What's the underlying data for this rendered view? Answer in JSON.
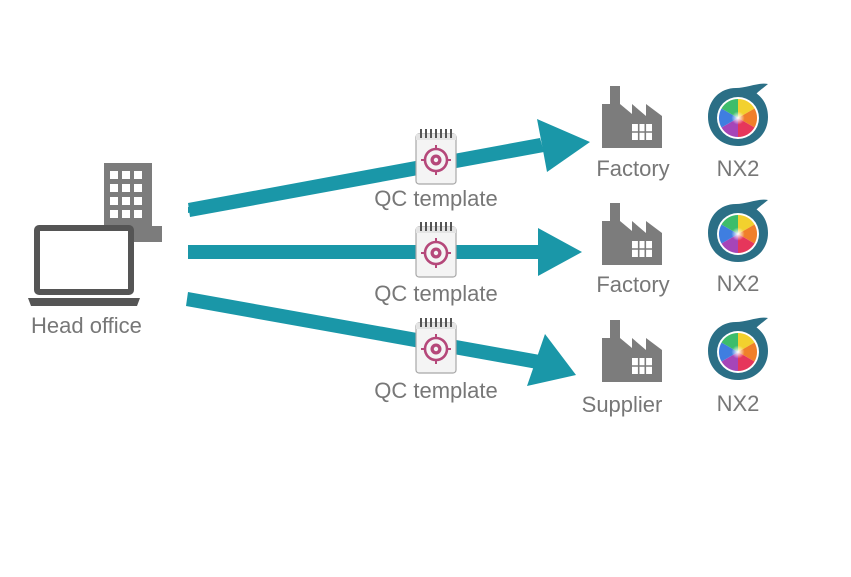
{
  "source": {
    "label": "Head office",
    "icons": [
      "laptop-icon",
      "office-building-icon"
    ]
  },
  "routes": [
    {
      "template_label": "QC template",
      "template_icon": "document-target-icon",
      "destination_label": "Factory",
      "destination_icon": "factory-icon",
      "device_label": "NX2",
      "device_icon": "nx2-color-drop-icon"
    },
    {
      "template_label": "QC template",
      "template_icon": "document-target-icon",
      "destination_label": "Factory",
      "destination_icon": "factory-icon",
      "device_label": "NX2",
      "device_icon": "nx2-color-drop-icon"
    },
    {
      "template_label": "QC template",
      "template_icon": "document-target-icon",
      "destination_label": "Supplier",
      "destination_icon": "factory-icon",
      "device_label": "NX2",
      "device_icon": "nx2-color-drop-icon"
    }
  ],
  "colors": {
    "arrow": "#1a97a8",
    "icon_gray": "#7c7c7c",
    "label_gray": "#777777",
    "template_accent": "#b5487a",
    "nx2_blue": "#2b6f86"
  }
}
